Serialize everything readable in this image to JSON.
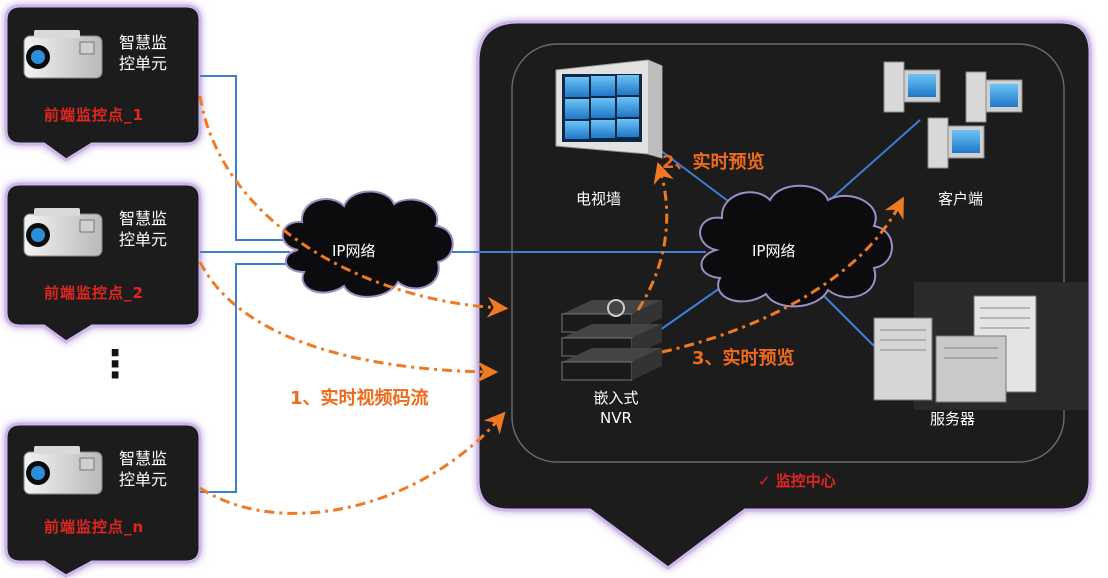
{
  "cameras": [
    {
      "title_line1": "智慧监",
      "title_line2": "控单元",
      "site": "前端监控点_1"
    },
    {
      "title_line1": "智慧监",
      "title_line2": "控单元",
      "site": "前端监控点_2"
    },
    {
      "title_line1": "智慧监",
      "title_line2": "控单元",
      "site": "前端监控点_n"
    }
  ],
  "ellipsis": "⋮",
  "clouds": {
    "left": "IP网络",
    "right": "IP网络"
  },
  "flows": {
    "step1": "1、实时视频码流",
    "step2": "2、实时预览",
    "step3": "3、实时预览"
  },
  "devices": {
    "tv_wall": "电视墙",
    "clients": "客户端",
    "nvr_line1": "嵌入式",
    "nvr_line2": "NVR",
    "server": "服务器"
  },
  "center_label": "✓ 监控中心",
  "colors": {
    "panel": "#1c1a1a",
    "glow": "#c8b0e4",
    "blue_line": "#3d7fd6",
    "orange": "#ef7a22",
    "site_red": "#e0261f"
  }
}
